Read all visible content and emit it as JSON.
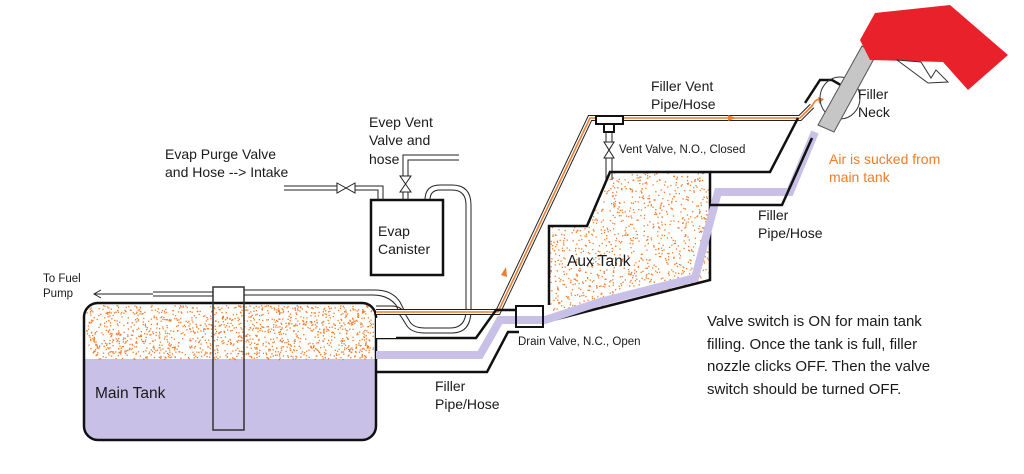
{
  "diagram": {
    "title": "Dual fuel tank filling system - valve switch ON (main tank filling)",
    "colors": {
      "fuel": "#c8c0e6",
      "vapor_dots": "#f07c2a",
      "vent_flow": "#f07c2a",
      "nozzle": "#e8212a",
      "nozzle_spout": "#c6c6c6",
      "outline": "#111111",
      "air_note": "#f07c2a"
    },
    "labels": {
      "to_fuel_pump": "To Fuel\nPump",
      "main_tank": "Main Tank",
      "evap_purge": "Evap Purge Valve\nand Hose --> Intake",
      "evep_vent": "Evep Vent\nValve and\nhose",
      "evap_canister": "Evap\nCanister",
      "filler_vent": "Filler Vent\nPipe/Hose",
      "vent_valve": "Vent Valve, N.O., Closed",
      "aux_tank": "Aux Tank",
      "filler_neck": "Filler\nNeck",
      "air_sucked": "Air is sucked from\nmain tank",
      "filler_pipe_upper": "Filler\nPipe/Hose",
      "filler_pipe_lower": "Filler\nPipe/Hose",
      "drain_valve": "Drain Valve, N.C., Open"
    },
    "note": "Valve switch is ON for main tank\nfilling. Once the tank is full, filler\nnozzle clicks OFF. Then the valve\nswitch should be turned OFF.",
    "states": {
      "vent_valve": "Closed",
      "drain_valve": "Open",
      "valve_switch": "ON",
      "main_tank_fuel_level": 0.6
    }
  }
}
